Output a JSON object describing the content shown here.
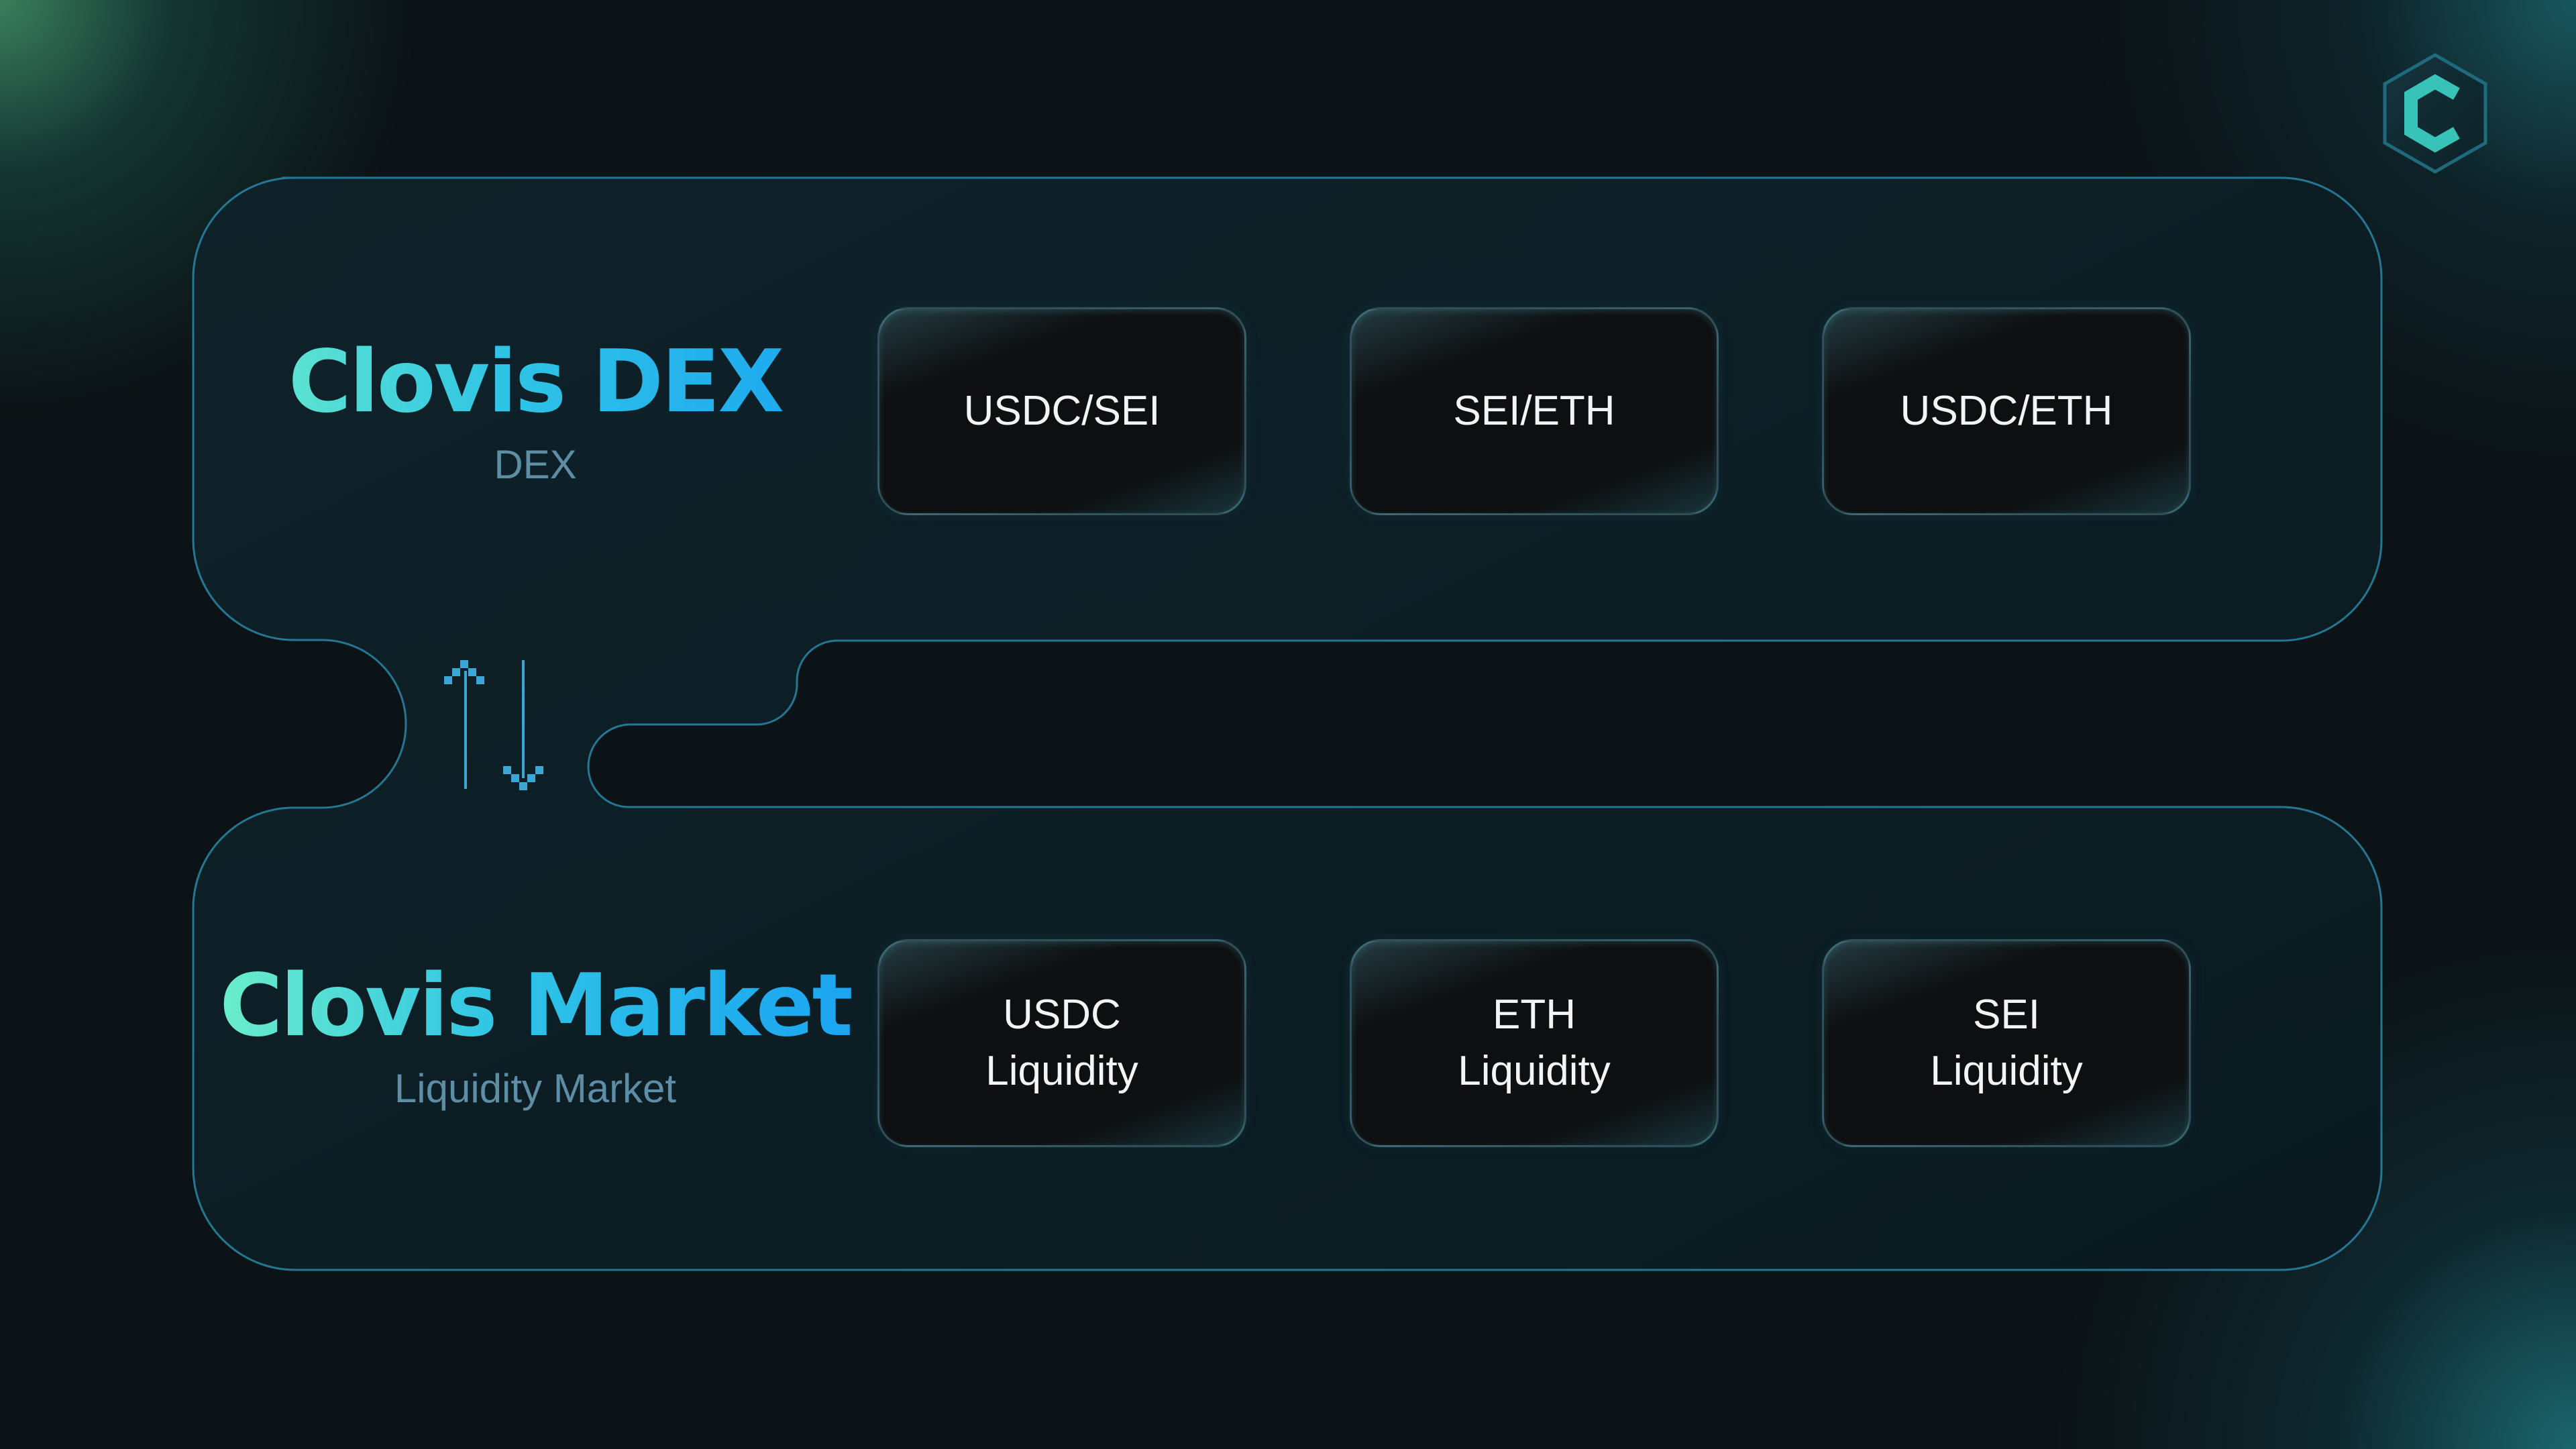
{
  "dex": {
    "title": "Clovis DEX",
    "subtitle": "DEX",
    "pairs": [
      "USDC/SEI",
      "SEI/ETH",
      "USDC/ETH"
    ]
  },
  "market": {
    "title": "Clovis Market",
    "subtitle": "Liquidity Market",
    "pools": [
      "USDC\nLiquidity",
      "ETH\nLiquidity",
      "SEI\nLiquidity"
    ]
  },
  "logo": {
    "icon": "clovis-hexagon-logo-icon",
    "letter": "C"
  },
  "connector": {
    "up_icon": "arrow-up-icon",
    "down_icon": "arrow-down-icon"
  },
  "colors": {
    "background": "#0c1316",
    "panel_fill": "#0b1c22",
    "panel_border": "#2a8fb0",
    "heading_gradient_start": "#6ff0c8",
    "heading_gradient_end": "#1aa3f2",
    "subheading": "#5d8ea6",
    "card_fill": "#0d0f10",
    "card_text": "#f2f5f6",
    "arrow": "#3aa7d6"
  }
}
